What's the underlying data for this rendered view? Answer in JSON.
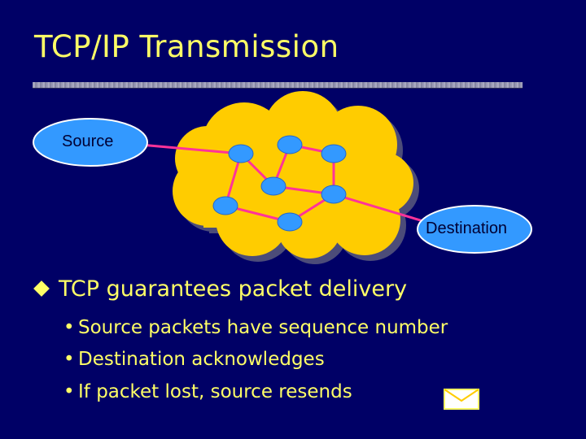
{
  "slide": {
    "title": "TCP/IP Transmission"
  },
  "diagram": {
    "source_label": "Source",
    "destination_label": "Destination",
    "colors": {
      "cloud": "#ffcc00",
      "node": "#3399ff",
      "link": "#ff3399",
      "endpoint": "#3399ff"
    }
  },
  "bullets": {
    "main": "TCP guarantees packet delivery",
    "items": [
      "Source packets have sequence number",
      "Destination acknowledges",
      "If packet lost, source resends"
    ]
  },
  "icons": {
    "bullet": "diamond-bullet-icon",
    "mail": "envelope-icon"
  }
}
